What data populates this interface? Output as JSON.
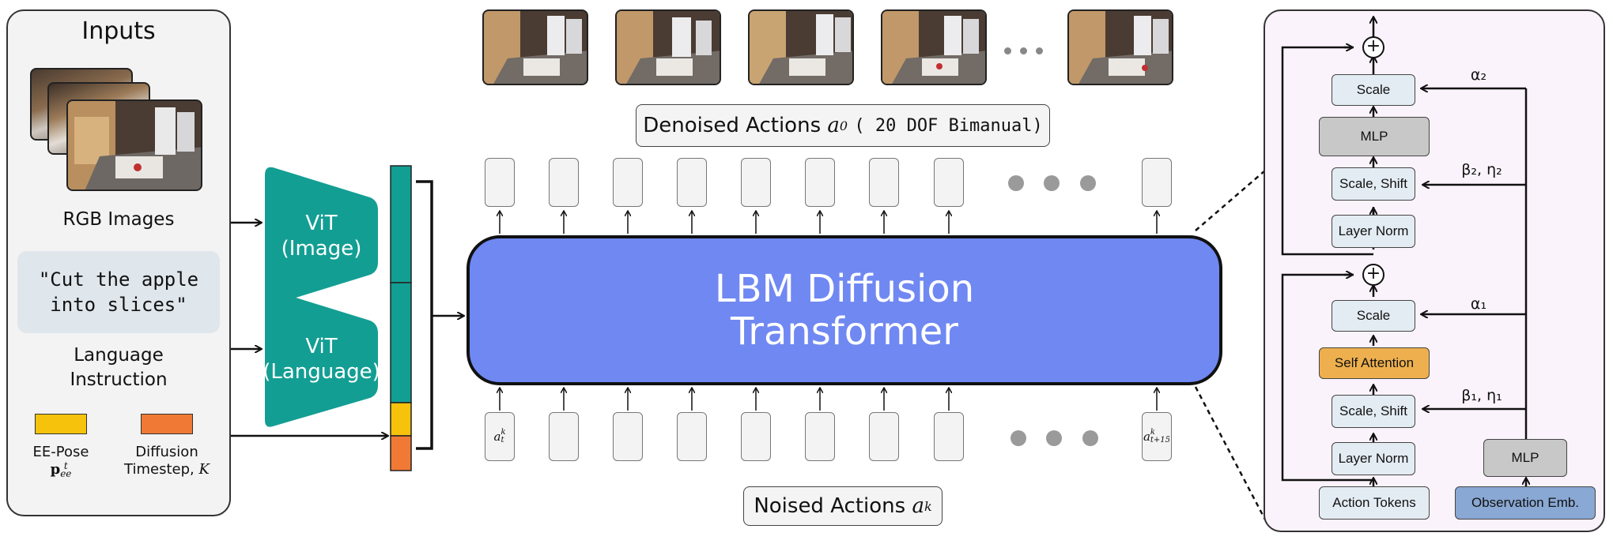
{
  "inputs": {
    "title": "Inputs",
    "rgb_label": "RGB Images",
    "instruction_text": "\"Cut the apple\ninto slices\"",
    "instruction_label_1": "Language",
    "instruction_label_2": "Instruction",
    "ee_pose_label": "EE-Pose",
    "ee_pose_symbol": "p",
    "ee_pose_sup": "t",
    "ee_pose_sub": "ee",
    "diffusion_label": "Diffusion",
    "timestep_label": "Timestep,",
    "timestep_symbol": "K"
  },
  "encoders": {
    "vit_image_line1": "ViT",
    "vit_image_line2": "(Image)",
    "vit_language_line1": "ViT",
    "vit_language_line2": "(Language)"
  },
  "model": {
    "line1": "LBM Diffusion",
    "line2": "Transformer"
  },
  "output_label": {
    "prefix": "Denoised Actions ",
    "symbol": "a",
    "sup": "0",
    "suffix": "( 20 DOF Bimanual)"
  },
  "input_label": {
    "prefix": "Noised Actions ",
    "symbol": "a",
    "sup": "k"
  },
  "tokens": {
    "first_symbol": "a",
    "first_sup": "k",
    "first_sub": "t",
    "last_symbol": "a",
    "last_sup": "k",
    "last_sub": "t+15"
  },
  "block": {
    "scale_top": "Scale",
    "mlp": "MLP",
    "scale_shift_top": "Scale, Shift",
    "layer_norm_top": "Layer Norm",
    "scale_bottom": "Scale",
    "self_attention": "Self Attention",
    "scale_shift_bottom": "Scale, Shift",
    "layer_norm_bottom": "Layer Norm",
    "action_tokens": "Action Tokens",
    "cond_mlp": "MLP",
    "observation_emb": "Observation Emb.",
    "alpha2": "α₂",
    "beta_eta2": "β₂, η₂",
    "alpha1": "α₁",
    "beta_eta1": "β₁, η₁",
    "plus": "+"
  },
  "colors": {
    "teal": "#139e93",
    "yellow": "#f7c20c",
    "orange": "#f07a35",
    "lbm_blue": "#7088f2",
    "mlp_gray": "#c8c8c8",
    "self_attention": "#eeb04e",
    "block_box": "#e4ecf3",
    "observation": "#89a8d3"
  }
}
